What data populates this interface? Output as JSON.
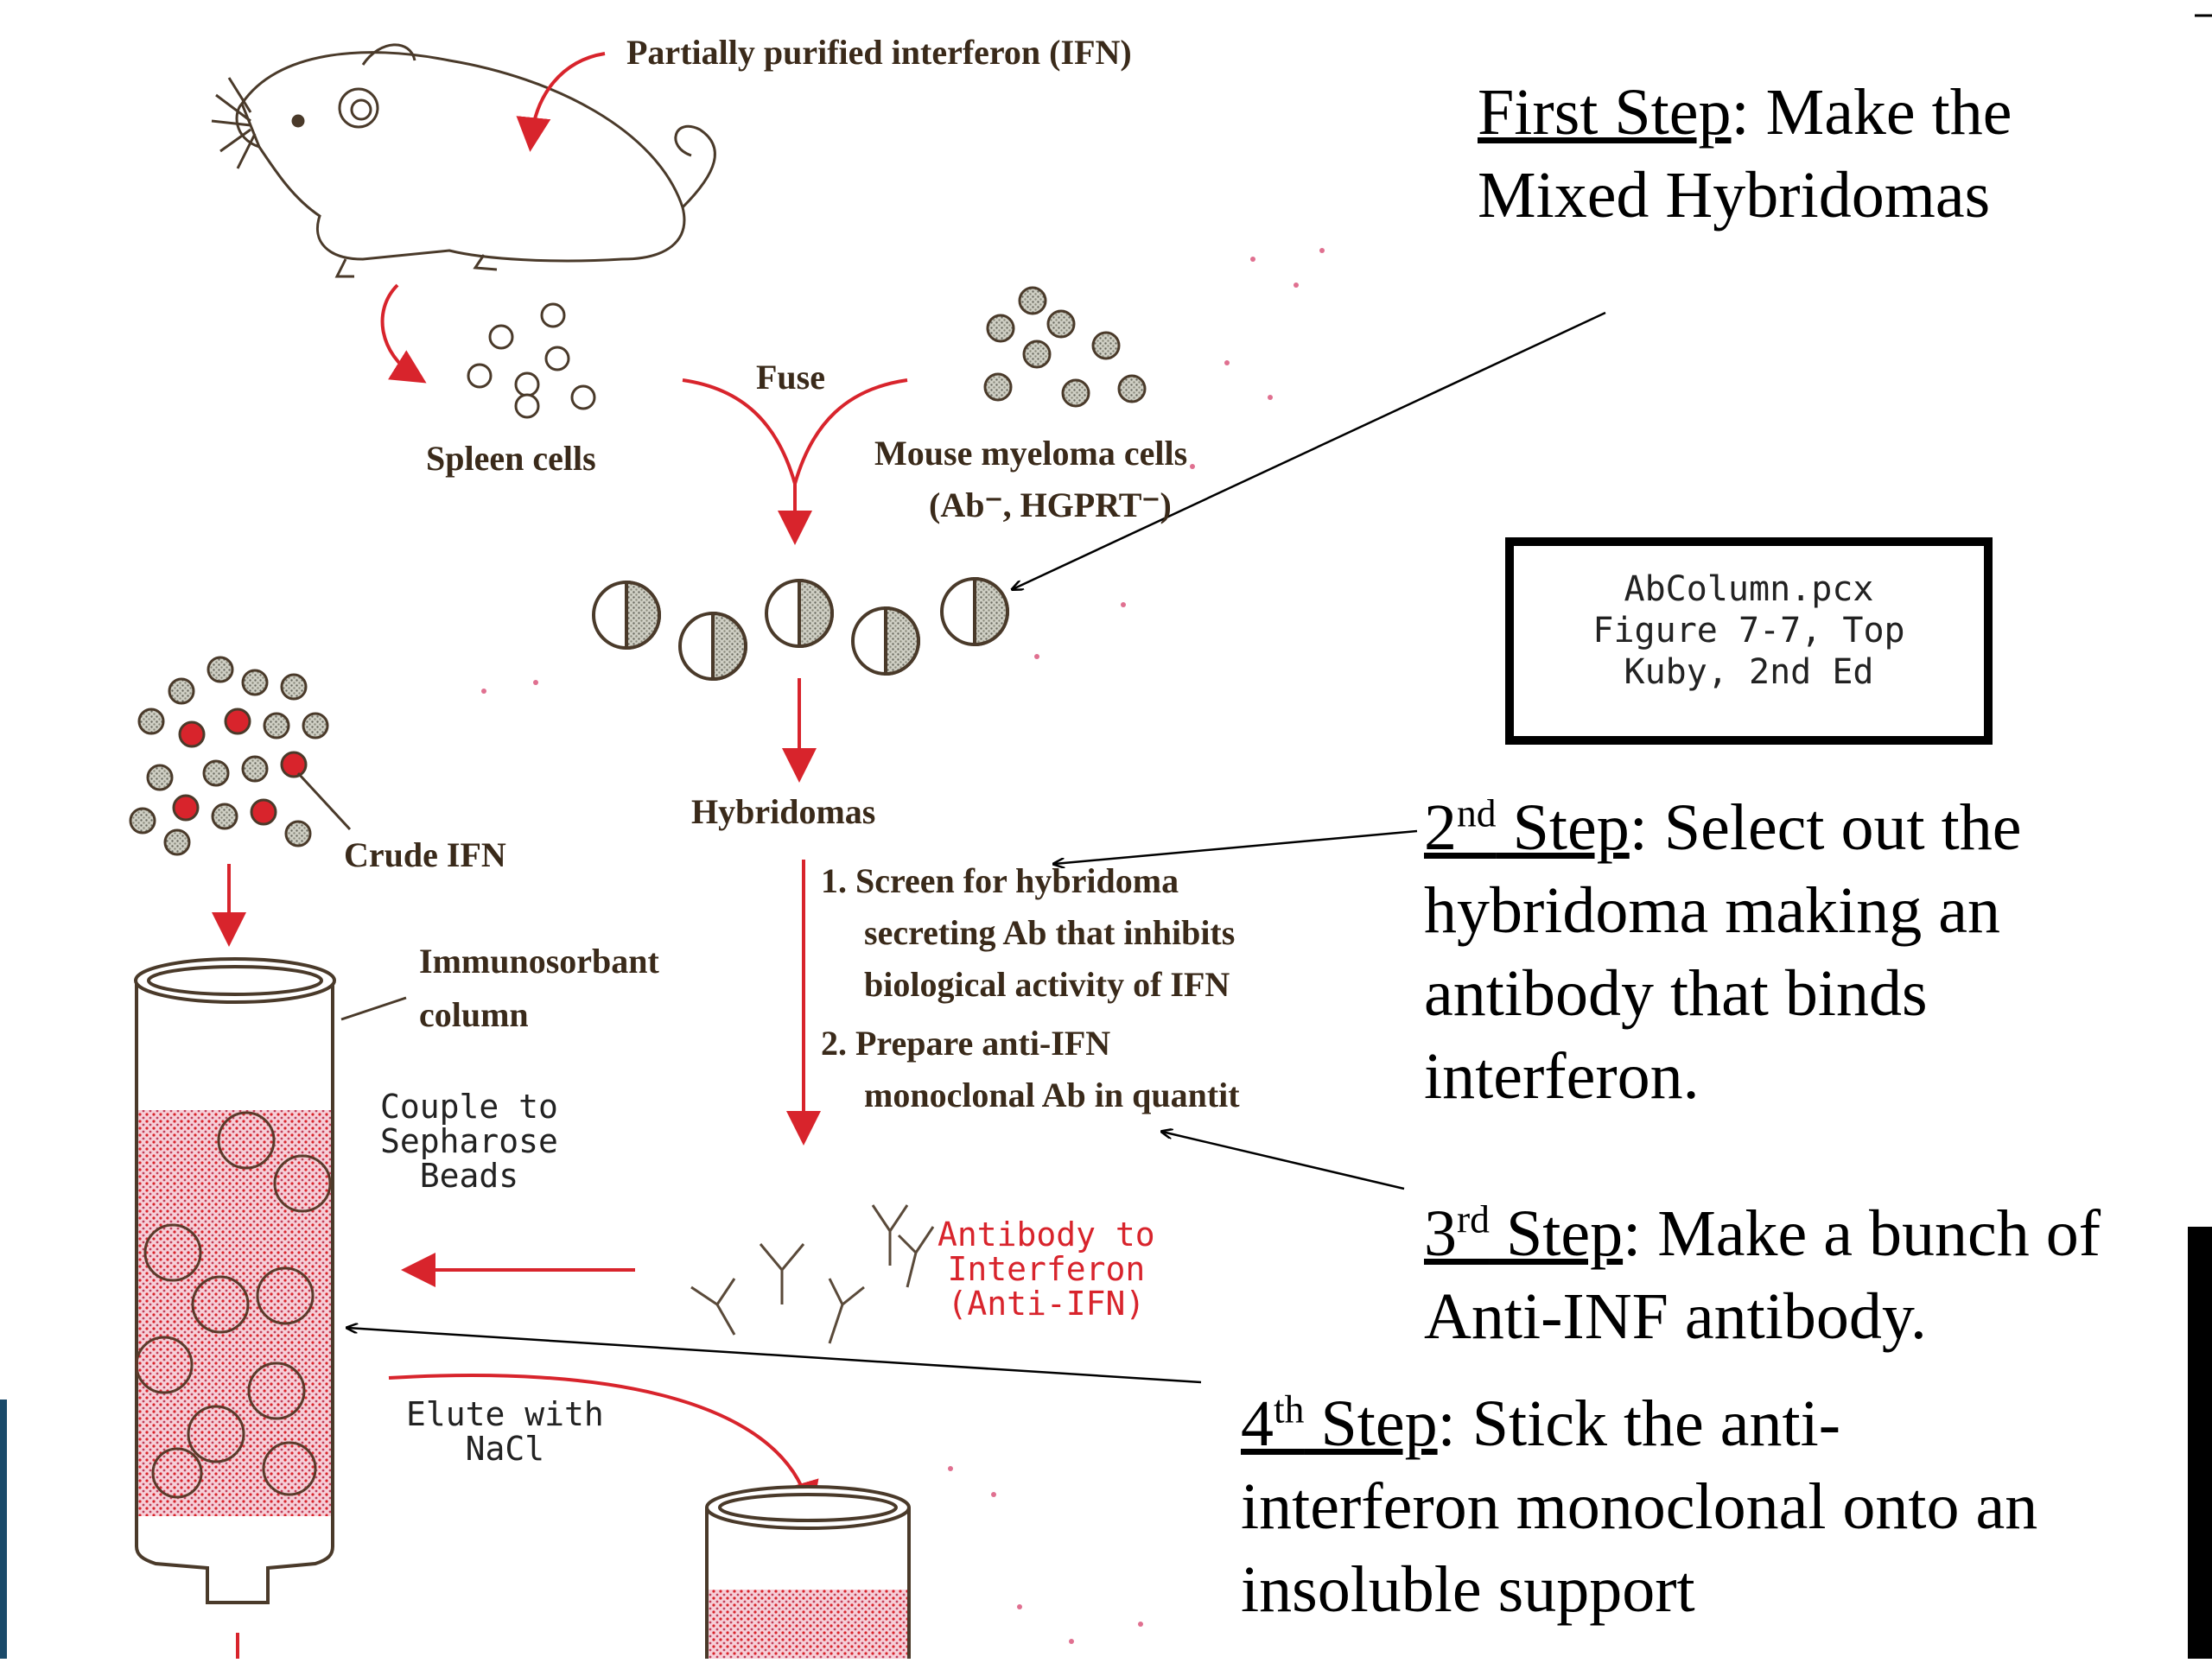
{
  "labels": {
    "ifn_injection": "Partially purified interferon (IFN)",
    "fuse": "Fuse",
    "spleen": "Spleen cells",
    "myeloma_line1": "Mouse myeloma cells",
    "myeloma_line2": "(Ab⁻, HGPRT⁻)",
    "hybridomas": "Hybridomas",
    "crude_ifn": "Crude IFN",
    "column_line1": "Immunosorbant",
    "column_line2": "column",
    "screen_line1": "1. Screen for hybridoma",
    "screen_line2": "secreting Ab that inhibits",
    "screen_line3": "biological activity of IFN",
    "prepare_line1": "2. Prepare anti-IFN",
    "prepare_line2": "monoclonal Ab in quantit",
    "couple": "Couple to\nSepharose\nBeads",
    "antibody": "Antibody to\nInterferon\n(Anti-IFN)",
    "elute": "Elute with\nNaCl"
  },
  "figure_box": {
    "line1": "AbColumn.pcx",
    "line2": "Figure 7-7, Top",
    "line3": "Kuby, 2nd Ed"
  },
  "steps": {
    "first": {
      "label": "First Step",
      "text_line1": ": Make the",
      "text_line2": "Mixed Hybridomas"
    },
    "second": {
      "num": "2",
      "sup": "nd",
      "label": " Step",
      "text_line1": ": Select out the",
      "text_line2": "hybridoma making an",
      "text_line3": "antibody that binds",
      "text_line4": "interferon."
    },
    "third": {
      "num": "3",
      "sup": "rd",
      "label": " Step",
      "text_line1": ": Make a bunch of",
      "text_line2": "Anti-INF antibody."
    },
    "fourth": {
      "num": "4",
      "sup": "th",
      "label": " Step",
      "text_line1": ": Stick the anti-",
      "text_line2": "interferon monoclonal onto an",
      "text_line3": "insoluble support"
    }
  },
  "colors": {
    "red": "#d8242c",
    "brown": "#3a2a1a",
    "pink": "#e8a0b4",
    "bead": "#8a8a80"
  }
}
